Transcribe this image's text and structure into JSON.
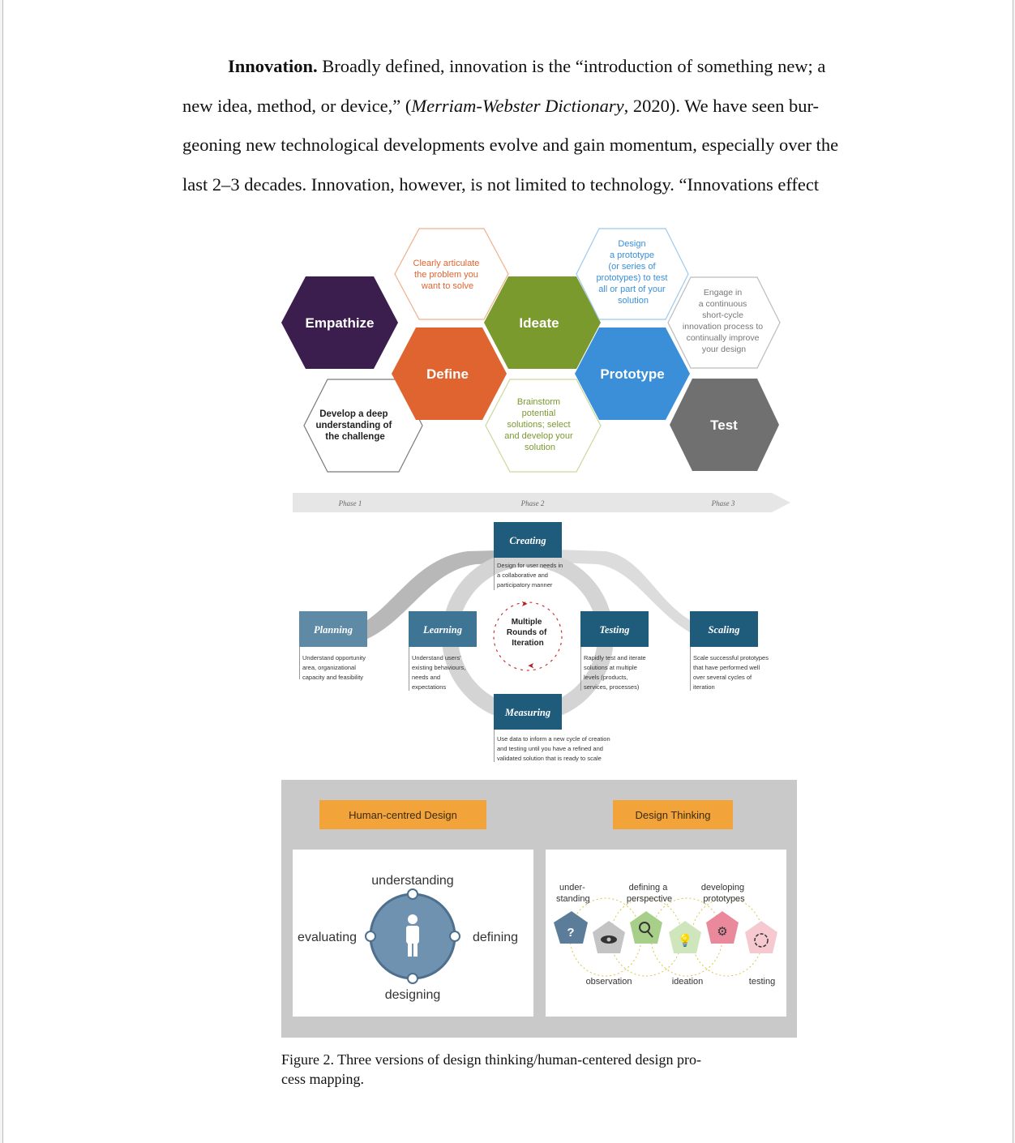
{
  "body": {
    "lead": "Innovation.",
    "line1": " Broadly defined, innovation is the “introduction of something new; a",
    "line2_a": "new idea, method, or device,” (",
    "line2_cite": "Merriam-Webster Dictionary",
    "line2_b": ", 2020). We have seen bur-",
    "line3": "geoning new technological developments evolve and gain momentum, especially over the",
    "line4": "last 2–3 decades. Innovation, however, is not limited to technology. “Innovations effect"
  },
  "hexagons": {
    "empathize": "Empathize",
    "define": "Define",
    "ideate": "Ideate",
    "prototype": "Prototype",
    "test": "Test",
    "empathize_desc": [
      "Develop a deep",
      "understanding of",
      "the challenge"
    ],
    "define_desc": [
      "Clearly articulate",
      "the problem you",
      "want to solve"
    ],
    "ideate_desc": [
      "Brainstorm",
      "potential",
      "solutions; select",
      "and develop your",
      "solution"
    ],
    "prototype_desc": [
      "Design",
      "a prototype",
      "(or series of",
      "prototypes) to test",
      "all or part of your",
      "solution"
    ],
    "test_desc": [
      "Engage in",
      "a continuous",
      "short-cycle",
      "innovation process to",
      "continually improve",
      "your design"
    ],
    "phases": [
      "Phase 1",
      "Phase 2",
      "Phase 3"
    ]
  },
  "cycle": {
    "creating": "Creating",
    "creating_desc": [
      "Design for user needs in",
      "a collaborative and",
      "participatory manner"
    ],
    "planning": "Planning",
    "planning_desc": [
      "Understand opportunity",
      "area, organizational",
      "capacity and feasibility"
    ],
    "learning": "Learning",
    "learning_desc": [
      "Understand users'",
      "existing behaviours,",
      "needs and",
      "expectations"
    ],
    "testing": "Testing",
    "testing_desc": [
      "Rapidly test and iterate",
      "solutions at multiple",
      "levels (products,",
      "services, processes)"
    ],
    "scaling": "Scaling",
    "scaling_desc": [
      "Scale successful prototypes",
      "that have performed well",
      "over several cycles of",
      "iteration"
    ],
    "measuring": "Measuring",
    "measuring_desc": [
      "Use data to inform a new cycle of creation",
      "and testing until you have a refined and",
      "validated solution that is ready to scale"
    ],
    "center": [
      "Multiple",
      "Rounds of",
      "Iteration"
    ]
  },
  "panels": {
    "hcd_title": "Human-centred Design",
    "dt_title": "Design Thinking",
    "hcd_labels": {
      "understanding": "understanding",
      "defining": "defining",
      "designing": "designing",
      "evaluating": "evaluating"
    },
    "dt_labels": {
      "understanding": [
        "under-",
        "standing"
      ],
      "defining": [
        "defining a",
        "perspective"
      ],
      "developing": [
        "developing",
        "prototypes"
      ],
      "observation": "observation",
      "ideation": "ideation",
      "testing": "testing"
    }
  },
  "caption": {
    "line1": "Figure 2. Three versions of design thinking/human-centered design pro-",
    "line2": "cess mapping."
  },
  "colors": {
    "empathize": "#3b1d4e",
    "define": "#e0642f",
    "ideate": "#7b9a2e",
    "prototype": "#3a8fd8",
    "test": "#707070",
    "cycle_box": "#1f5b7a",
    "orange_tag": "#f2a43b",
    "pentagon_blue": "#5c7d99",
    "pentagon_green": "#a8cf8a",
    "pentagon_pink": "#e9899b"
  }
}
